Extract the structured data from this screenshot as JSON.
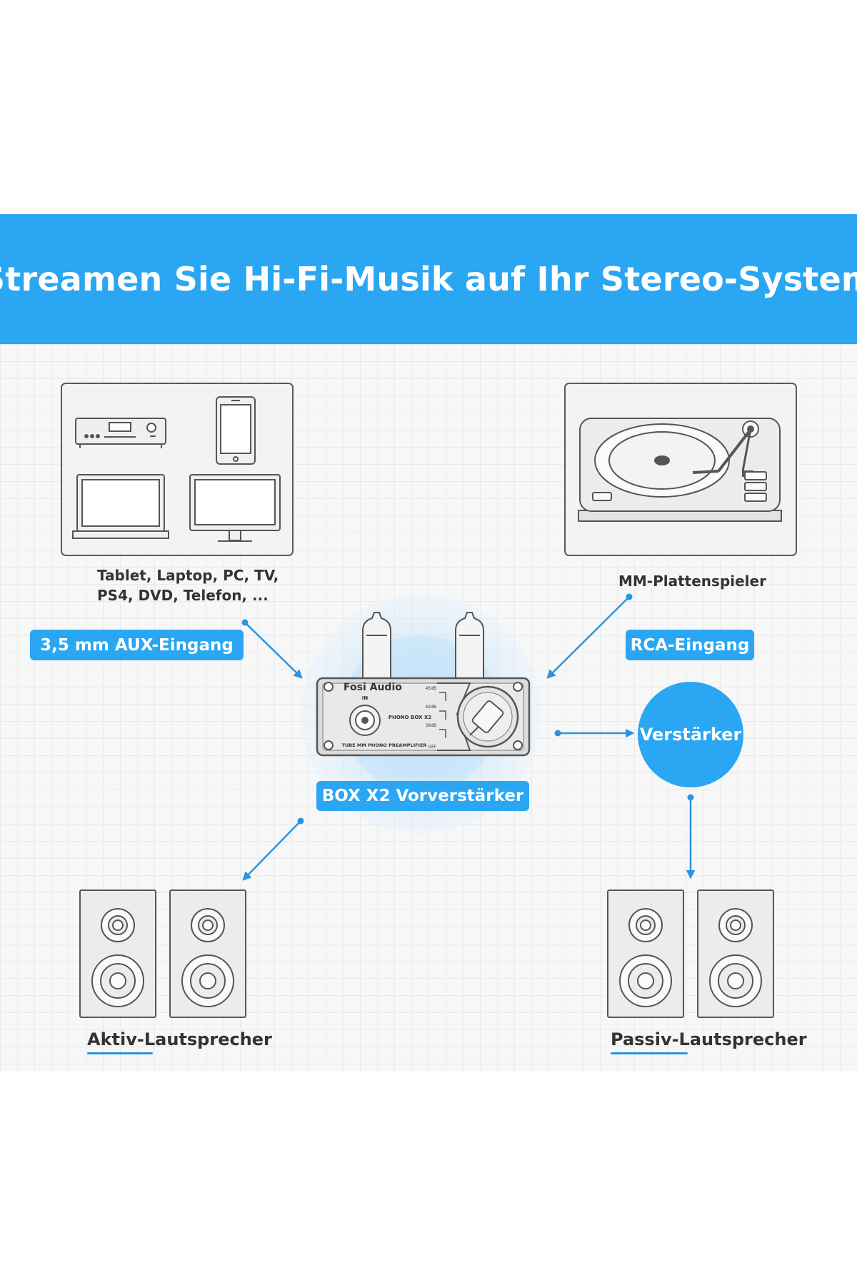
{
  "banner": {
    "title": "Streamen Sie Hi-Fi-Musik auf Ihr Stereo-System"
  },
  "sources": {
    "devices_caption_line1": "Tablet, Laptop, PC, TV,",
    "devices_caption_line2": "PS4, DVD, Telefon, ...",
    "turntable_caption": "MM-Plattenspieler"
  },
  "inputs": {
    "aux_label": "3,5 mm AUX-Eingang",
    "rca_label": "RCA-Eingang"
  },
  "device": {
    "brand": "Fosi Audio",
    "model": "PHONO BOX X2",
    "subtitle": "TUBE MM PHONO PREAMPLIFIER",
    "input_label": "IN",
    "gain_steps": [
      "45dB",
      "42dB",
      "39dB",
      "OFF"
    ],
    "name_label": "BOX X2 Vorverstärker"
  },
  "amplifier": {
    "label": "Verstärker"
  },
  "outputs": {
    "active_label": "Aktiv-Lautsprecher",
    "passive_label": "Passiv-Lautsprecher"
  },
  "colors": {
    "accent": "#2aa6f2",
    "line": "#2b94e0",
    "outline": "#545454",
    "fill": "#eeeeee"
  }
}
